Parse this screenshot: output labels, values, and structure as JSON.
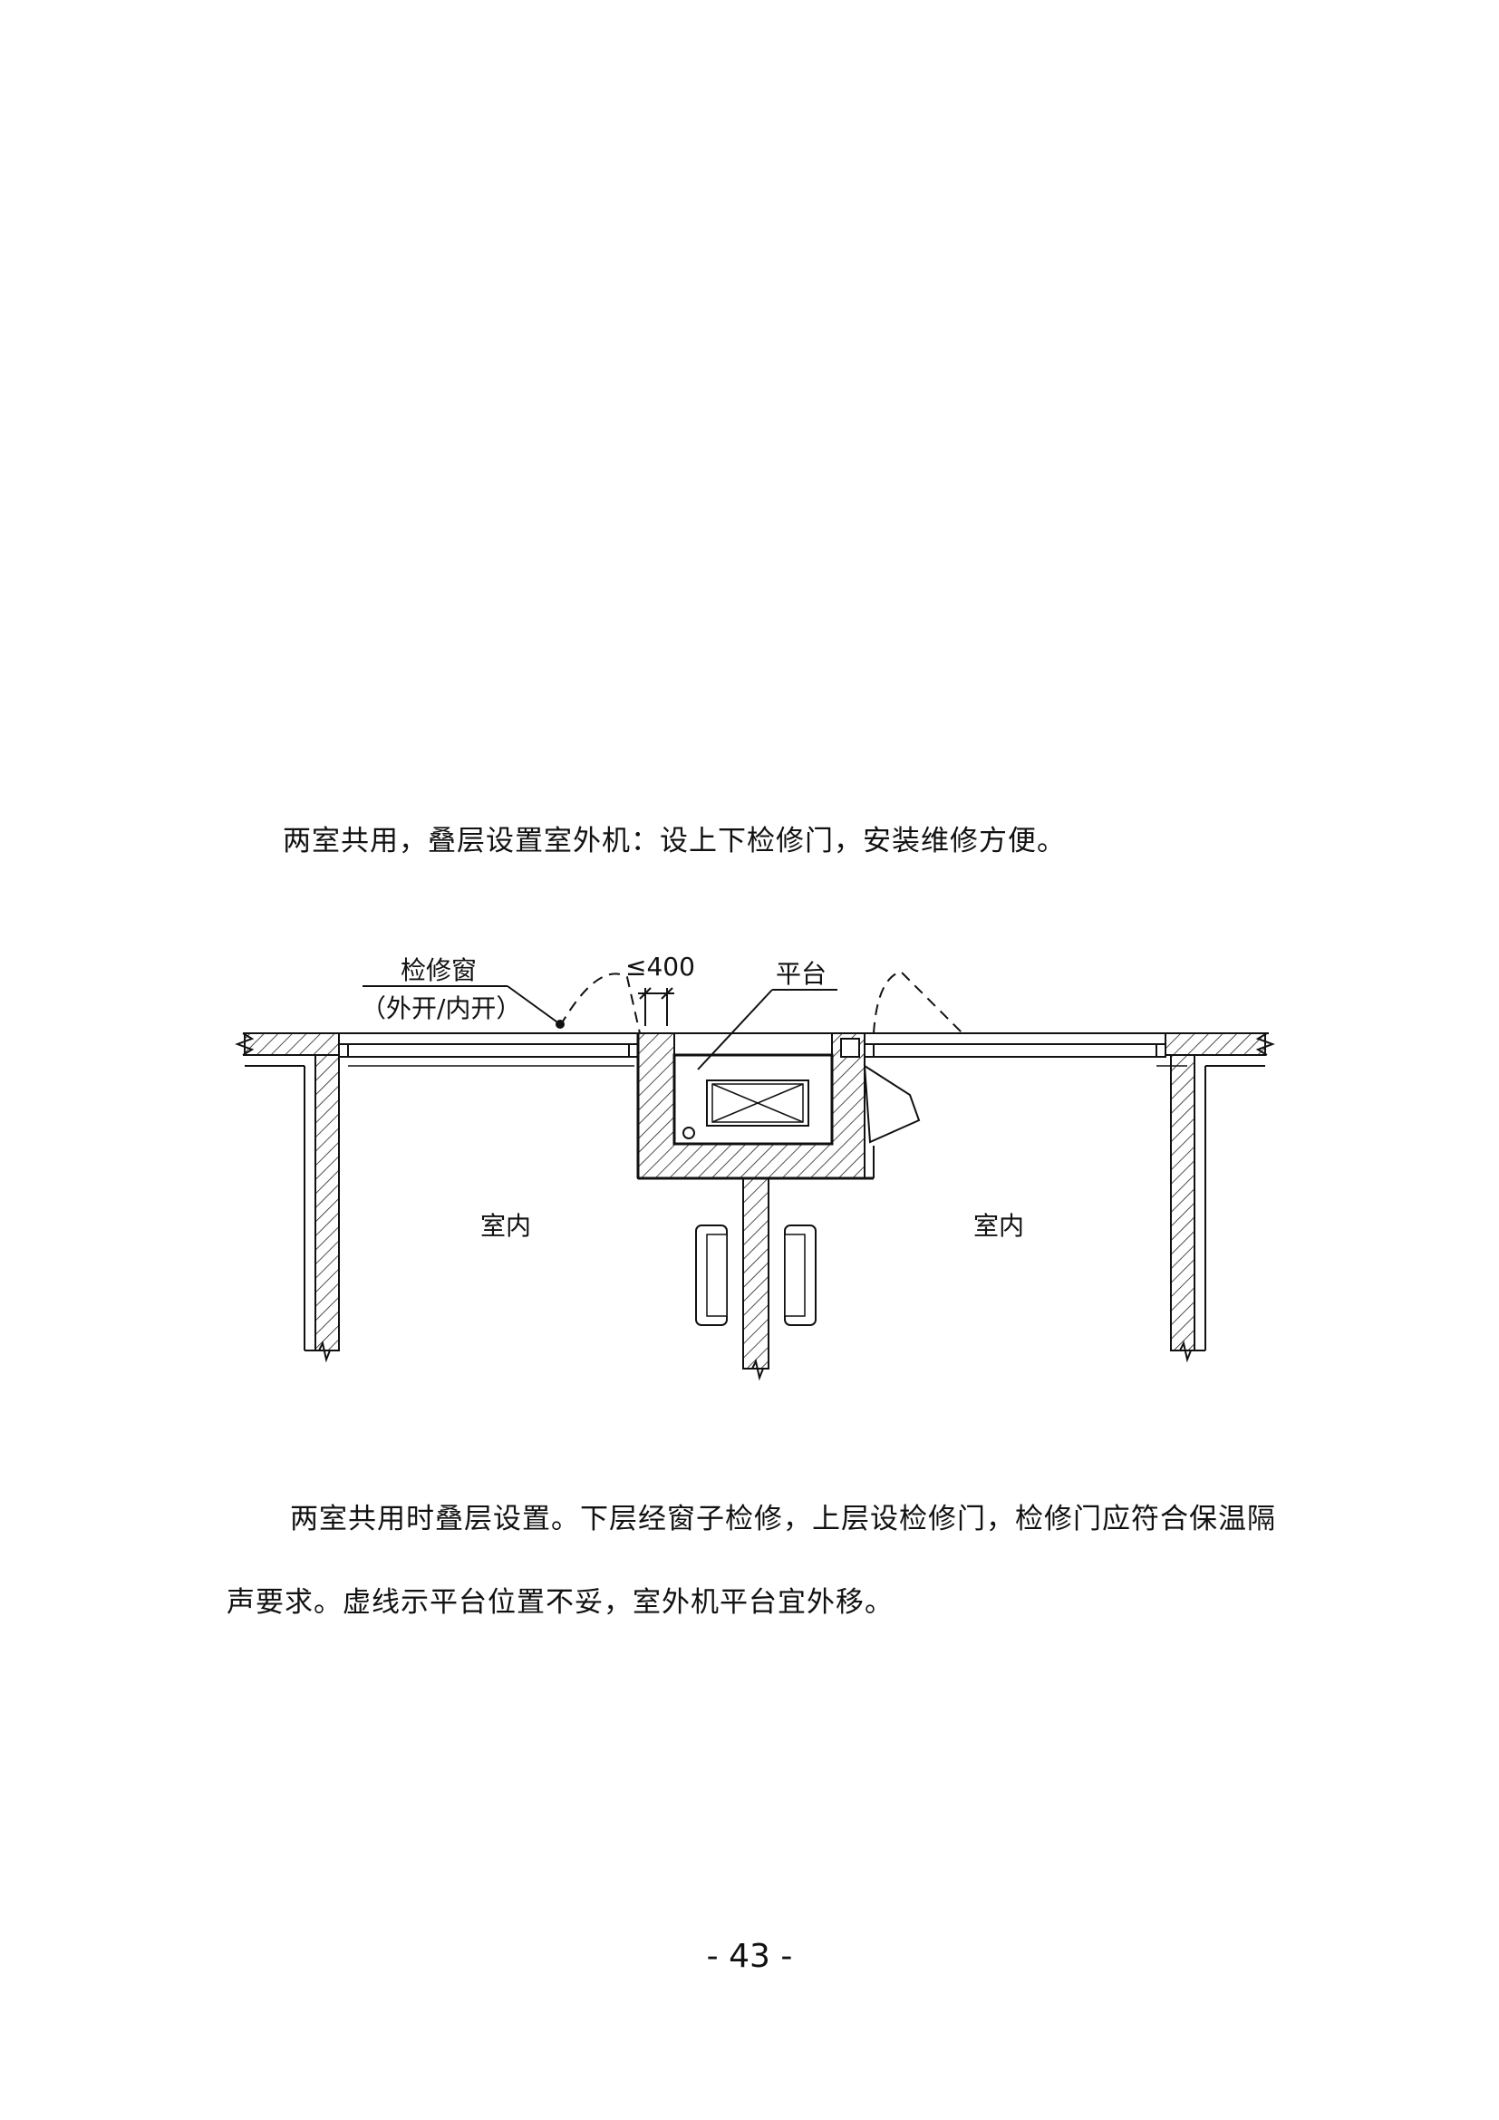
{
  "caption": "两室共用，叠层设置室外机：设上下检修门，安装维修方便。",
  "drawing": {
    "label_window": "检修窗",
    "label_window_open": "（外开/内开）",
    "label_dimension": "≤400",
    "label_platform": "平台",
    "label_room_left": "室内",
    "label_room_right": "室内"
  },
  "paragraph": "两室共用时叠层设置。下层经窗子检修，上层设检修门，检修门应符合保温隔声要求。虚线示平台位置不妥，室外机平台宜外移。",
  "page_number": "- 43 -"
}
